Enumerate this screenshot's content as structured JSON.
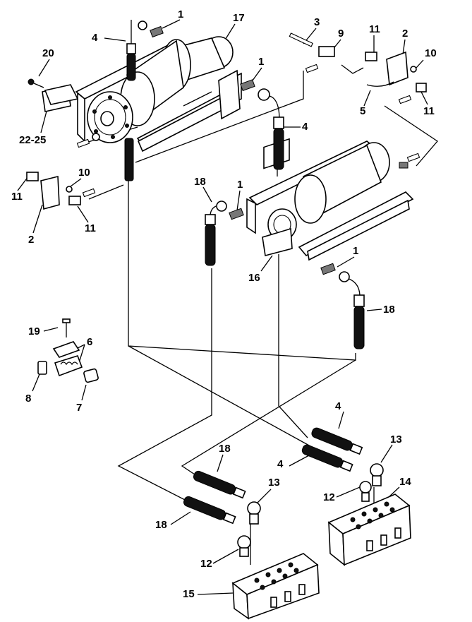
{
  "callouts": [
    {
      "id": "c1a",
      "text": "1"
    },
    {
      "id": "c17",
      "text": "17"
    },
    {
      "id": "c4a",
      "text": "4"
    },
    {
      "id": "c20",
      "text": "20"
    },
    {
      "id": "c22",
      "text": "22-25"
    },
    {
      "id": "c1b",
      "text": "1"
    },
    {
      "id": "c3",
      "text": "3"
    },
    {
      "id": "c9",
      "text": "9"
    },
    {
      "id": "c11a",
      "text": "11"
    },
    {
      "id": "c2a",
      "text": "2"
    },
    {
      "id": "c10a",
      "text": "10"
    },
    {
      "id": "c5",
      "text": "5"
    },
    {
      "id": "c11b",
      "text": "11"
    },
    {
      "id": "c4b",
      "text": "4"
    },
    {
      "id": "c10b",
      "text": "10"
    },
    {
      "id": "c11c",
      "text": "11"
    },
    {
      "id": "c11d",
      "text": "11"
    },
    {
      "id": "c2b",
      "text": "2"
    },
    {
      "id": "c18a",
      "text": "18"
    },
    {
      "id": "c1c",
      "text": "1"
    },
    {
      "id": "c1d",
      "text": "1"
    },
    {
      "id": "c16",
      "text": "16"
    },
    {
      "id": "c18b",
      "text": "18"
    },
    {
      "id": "c19",
      "text": "19"
    },
    {
      "id": "c6",
      "text": "6"
    },
    {
      "id": "c8",
      "text": "8"
    },
    {
      "id": "c7",
      "text": "7"
    },
    {
      "id": "c4c",
      "text": "4"
    },
    {
      "id": "c13a",
      "text": "13"
    },
    {
      "id": "c4d",
      "text": "4"
    },
    {
      "id": "c14",
      "text": "14"
    },
    {
      "id": "c18c",
      "text": "18"
    },
    {
      "id": "c13b",
      "text": "13"
    },
    {
      "id": "c12a",
      "text": "12"
    },
    {
      "id": "c18d",
      "text": "18"
    },
    {
      "id": "c12b",
      "text": "12"
    },
    {
      "id": "c15",
      "text": "15"
    }
  ]
}
